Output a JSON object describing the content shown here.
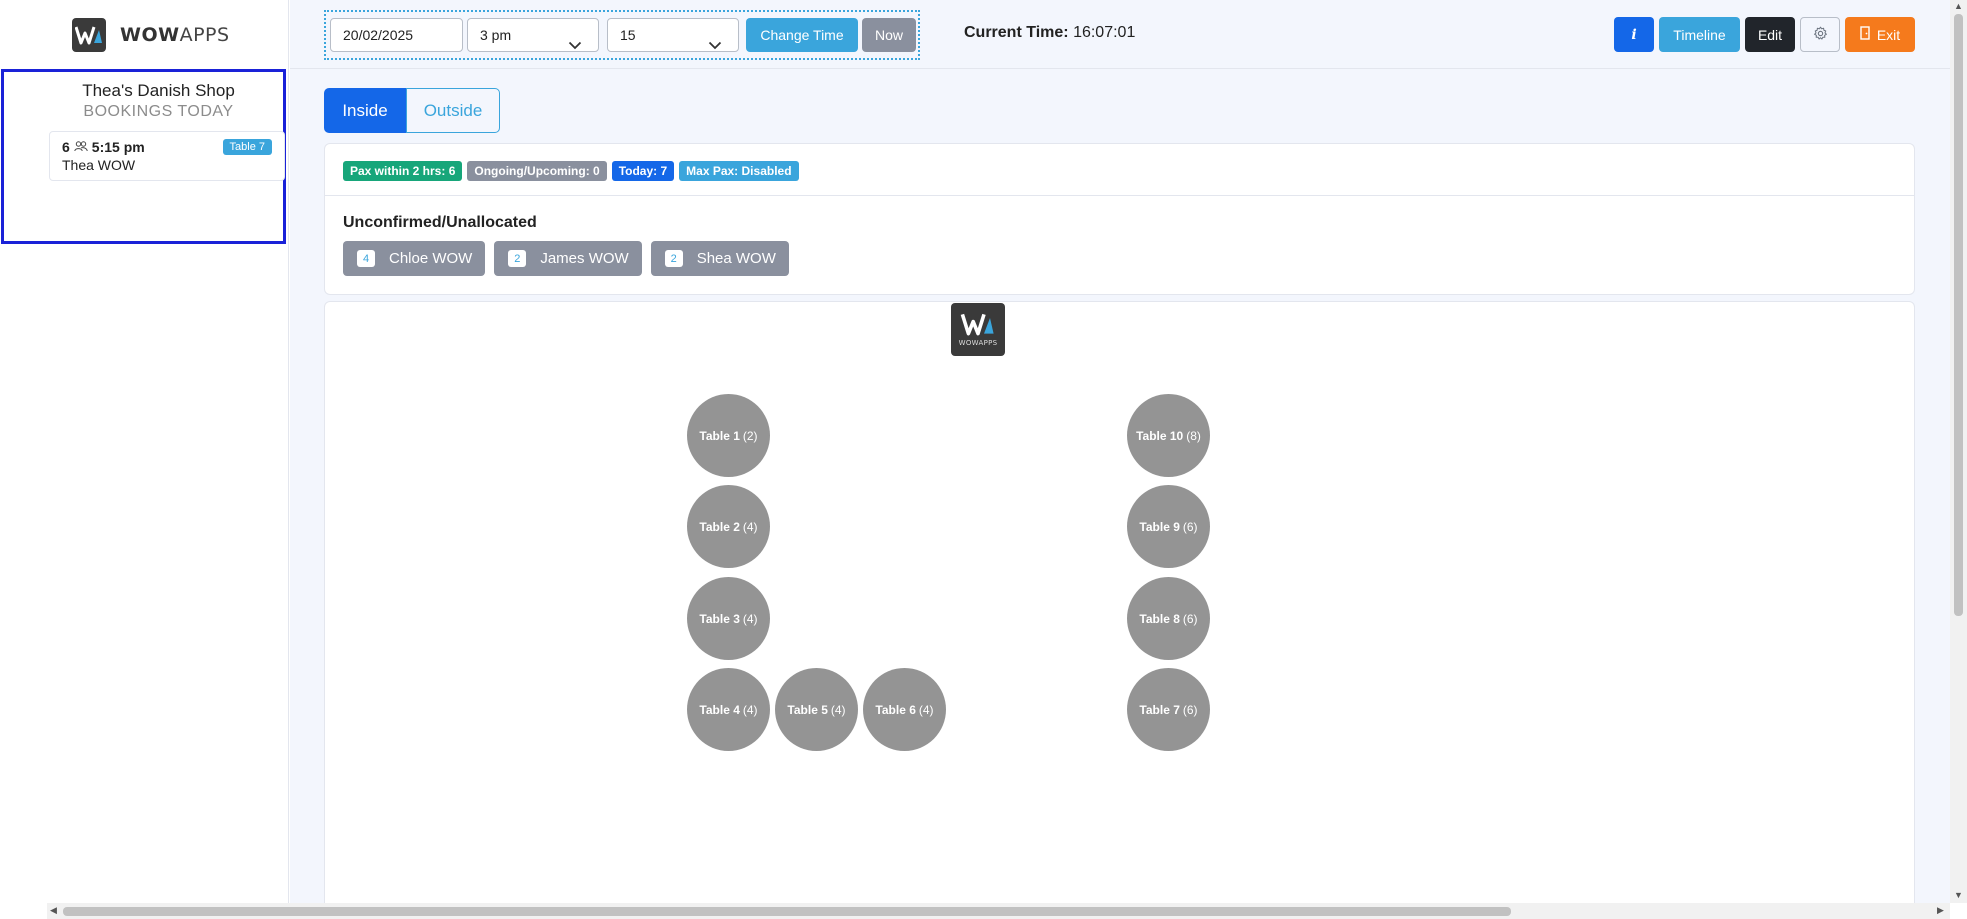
{
  "app": {
    "brand_bold": "WOW",
    "brand_light": "APPS"
  },
  "sidebar": {
    "shop_name": "Thea's Danish Shop",
    "section_title": "BOOKINGS TODAY",
    "bookings": [
      {
        "pax": "6",
        "time": "5:15 pm",
        "name": "Thea WOW",
        "table": "Table 7"
      }
    ]
  },
  "topbar": {
    "date": "20/02/2025",
    "hour": "3 pm",
    "minute": "15",
    "change_time_label": "Change Time",
    "now_label": "Now",
    "current_time_label": "Current Time:",
    "current_time_value": "16:07:01",
    "info_label": "i",
    "timeline_label": "Timeline",
    "edit_label": "Edit",
    "exit_label": "Exit"
  },
  "tabs": [
    {
      "label": "Inside",
      "active": true
    },
    {
      "label": "Outside",
      "active": false
    }
  ],
  "stats": {
    "pills": [
      {
        "label": "Pax within 2 hrs: 6",
        "color": "#17a67a"
      },
      {
        "label": "Ongoing/Upcoming: 0",
        "color": "#8a909e"
      },
      {
        "label": "Today: 7",
        "color": "#1467e8"
      },
      {
        "label": "Max Pax: Disabled",
        "color": "#3aa5dc"
      }
    ],
    "unconfirmed_title": "Unconfirmed/Unallocated",
    "unconfirmed": [
      {
        "count": "4",
        "name": "Chloe WOW"
      },
      {
        "count": "2",
        "name": "James WOW"
      },
      {
        "count": "2",
        "name": "Shea WOW"
      }
    ]
  },
  "floor": {
    "logo_text": "WOWAPPS",
    "tables": [
      {
        "name": "Table 1",
        "capacity": "(2)"
      },
      {
        "name": "Table 2",
        "capacity": "(4)"
      },
      {
        "name": "Table 3",
        "capacity": "(4)"
      },
      {
        "name": "Table 4",
        "capacity": "(4)"
      },
      {
        "name": "Table 5",
        "capacity": "(4)"
      },
      {
        "name": "Table 6",
        "capacity": "(4)"
      },
      {
        "name": "Table 7",
        "capacity": "(6)"
      },
      {
        "name": "Table 8",
        "capacity": "(6)"
      },
      {
        "name": "Table 9",
        "capacity": "(6)"
      },
      {
        "name": "Table 10",
        "capacity": "(8)"
      }
    ]
  },
  "colors": {
    "primary": "#1467e8",
    "info": "#3aa5dc",
    "secondary": "#8a909e",
    "success": "#17a67a",
    "dark": "#21252b",
    "warning": "#f57a1c",
    "table": "#949494"
  }
}
